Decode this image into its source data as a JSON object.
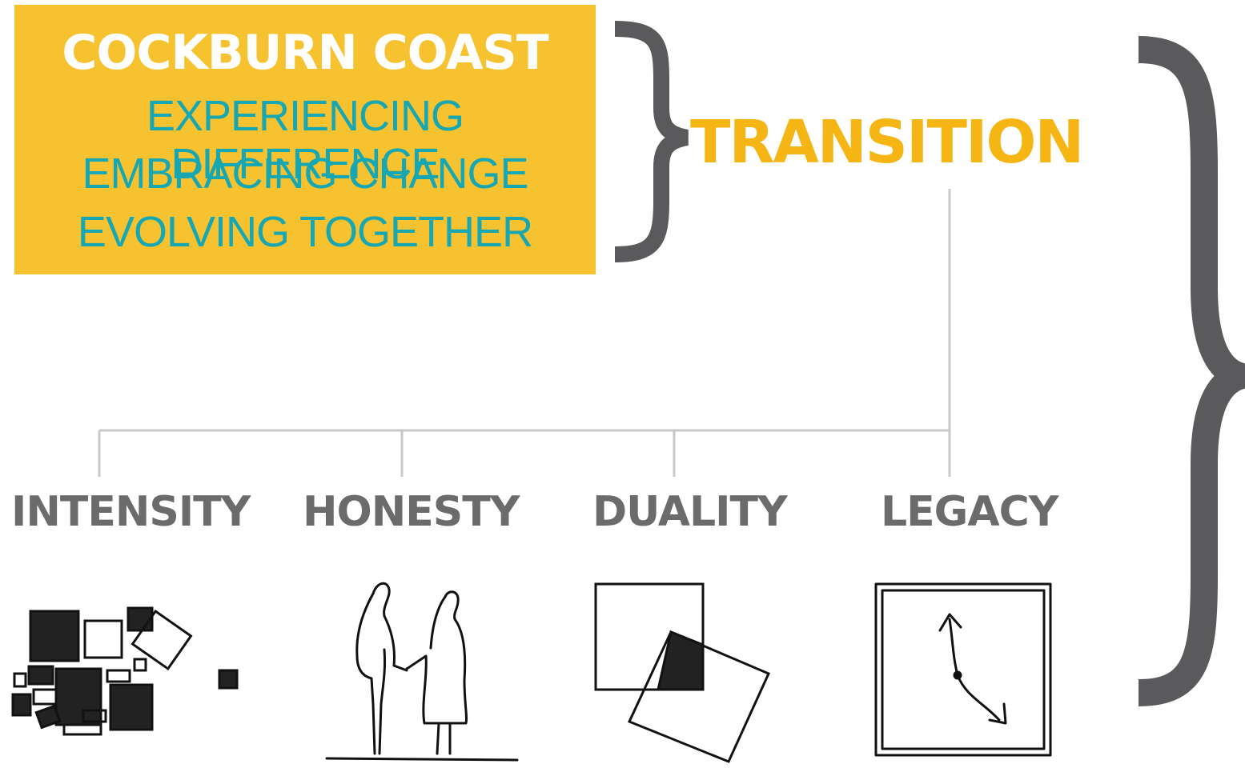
{
  "header": {
    "title": "COCKBURN COAST",
    "taglines": [
      "EXPERIENCING DIFFERENCE",
      "EMBRACING CHANGE",
      "EVOLVING TOGETHER"
    ]
  },
  "theme": {
    "label": "TRANSITION"
  },
  "concepts": [
    {
      "label": "INTENSITY",
      "sketch": "overlapping-hatched-rectangles-sketch"
    },
    {
      "label": "HONESTY",
      "sketch": "two-figures-handshake-sketch"
    },
    {
      "label": "DUALITY",
      "sketch": "overlapping-squares-sketch"
    },
    {
      "label": "LEGACY",
      "sketch": "framed-arrow-path-sketch"
    }
  ],
  "colors": {
    "title_box": "#f6c230",
    "title_text": "#ffffff",
    "tagline_text": "#17a7b2",
    "transition_text": "#f4b515",
    "concept_text": "#6b6b6b",
    "brace": "#5a5a5c",
    "connector_line": "#c8c8c8",
    "sketch_ink": "#111111"
  }
}
